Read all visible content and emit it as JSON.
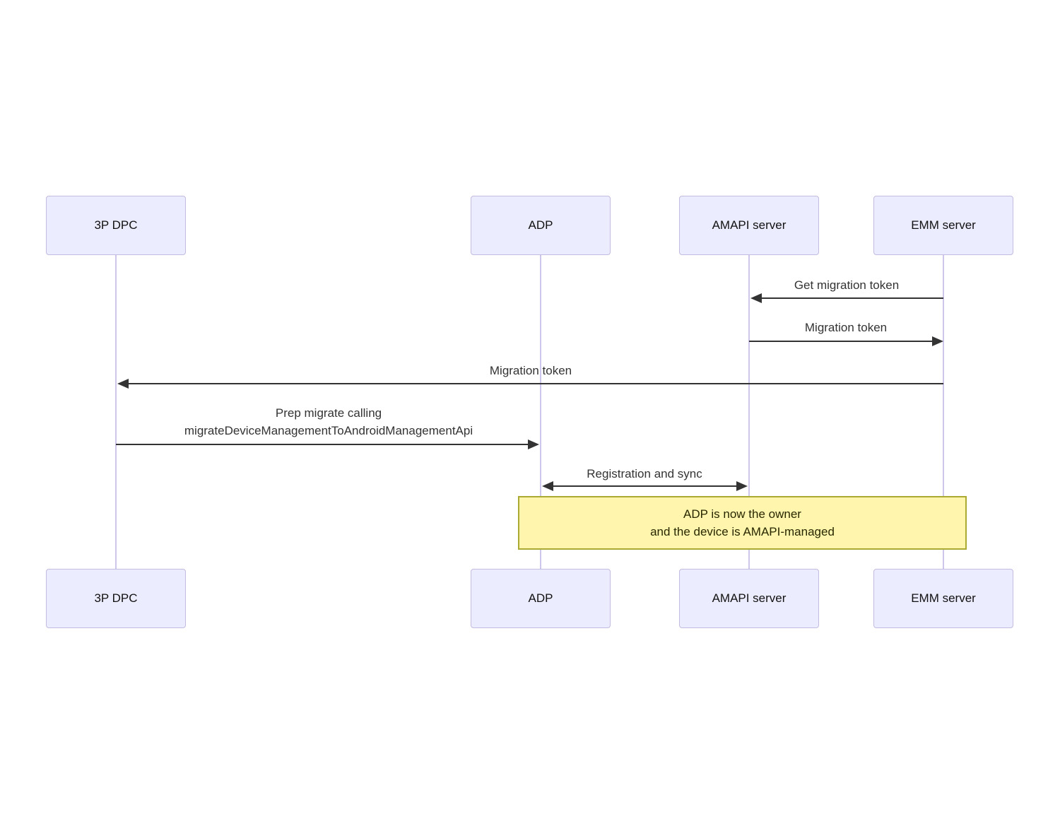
{
  "diagram_type": "sequence",
  "actors": [
    {
      "label": "3P DPC"
    },
    {
      "label": "ADP"
    },
    {
      "label": "AMAPI server"
    },
    {
      "label": "EMM server"
    }
  ],
  "messages": [
    {
      "text": "Get migration token",
      "from": "EMM server",
      "to": "AMAPI server",
      "direction": "left"
    },
    {
      "text": "Migration token",
      "from": "AMAPI server",
      "to": "EMM server",
      "direction": "right"
    },
    {
      "text": "Migration token",
      "from": "EMM server",
      "to": "3P DPC",
      "direction": "left"
    },
    {
      "text_line1": "Prep migrate calling",
      "text_line2": "migrateDeviceManagementToAndroidManagementApi",
      "from": "3P DPC",
      "to": "ADP",
      "direction": "right"
    },
    {
      "text": "Registration and sync",
      "from": "ADP",
      "to": "AMAPI server",
      "direction": "both"
    }
  ],
  "note": {
    "line1": "ADP is now the owner",
    "line2": "and the device is AMAPI-managed",
    "over": "ADP to EMM server"
  },
  "colors": {
    "background": "#FFFFFF",
    "actor_fill": "#ECECFF",
    "actor_border": "#c3bbe0",
    "lifeline": "#cfc6ec",
    "arrow": "#333333",
    "message_text": "#333333",
    "note_fill": "#FFF5AD",
    "note_border": "#AAAA33",
    "note_text": "#282800"
  }
}
